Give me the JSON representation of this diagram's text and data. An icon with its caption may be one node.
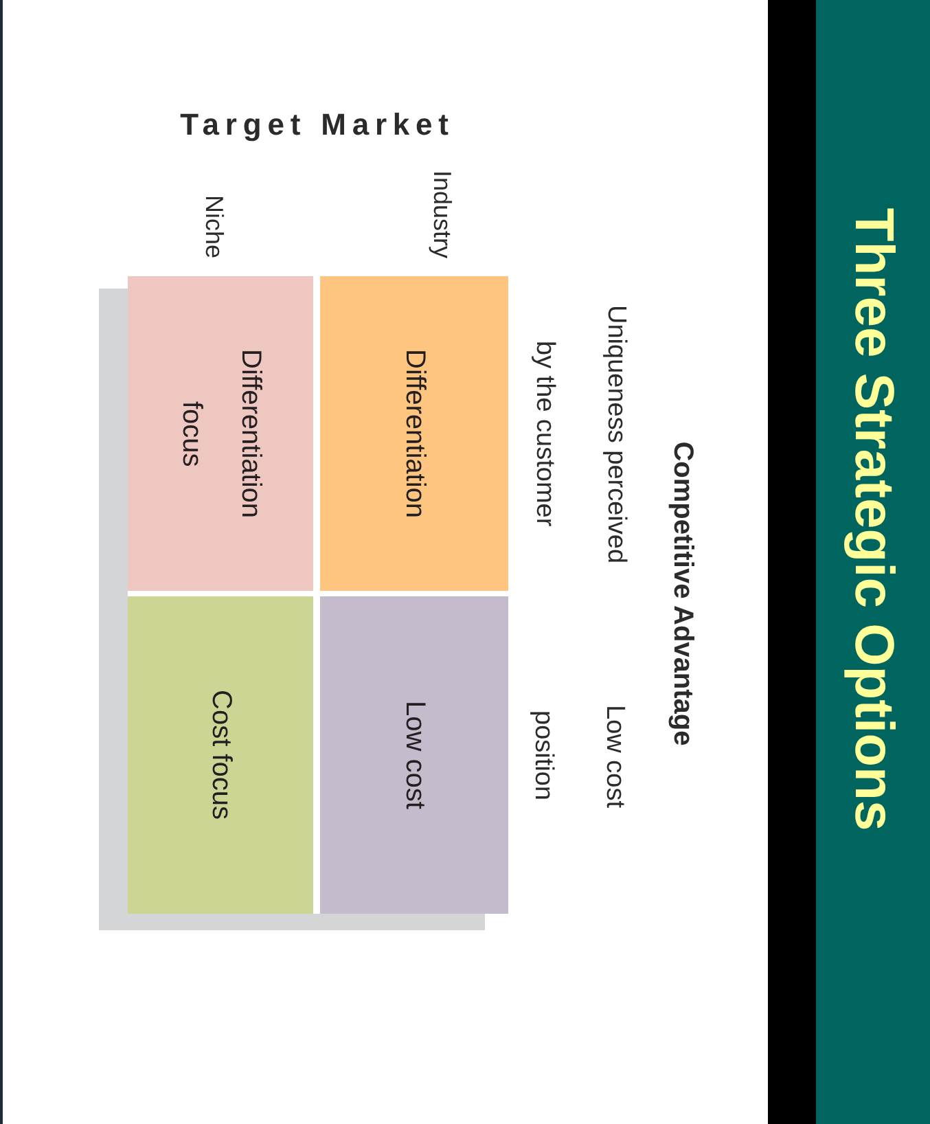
{
  "diagram": {
    "title": "Three Strategic Options",
    "nodes": [
      {
        "text": [
          "Differentiation"
        ]
      },
      {
        "text": [
          "Low cost"
        ]
      },
      {
        "text": [
          "Differentiation focus"
        ]
      },
      {
        "text": [
          "Cost focus"
        ]
      }
    ],
    "labels": [
      "Target Market",
      "Industry",
      "Niche",
      "Competitive Advantage",
      "Uniqueness perceived by the customer",
      "Low cost position"
    ]
  }
}
